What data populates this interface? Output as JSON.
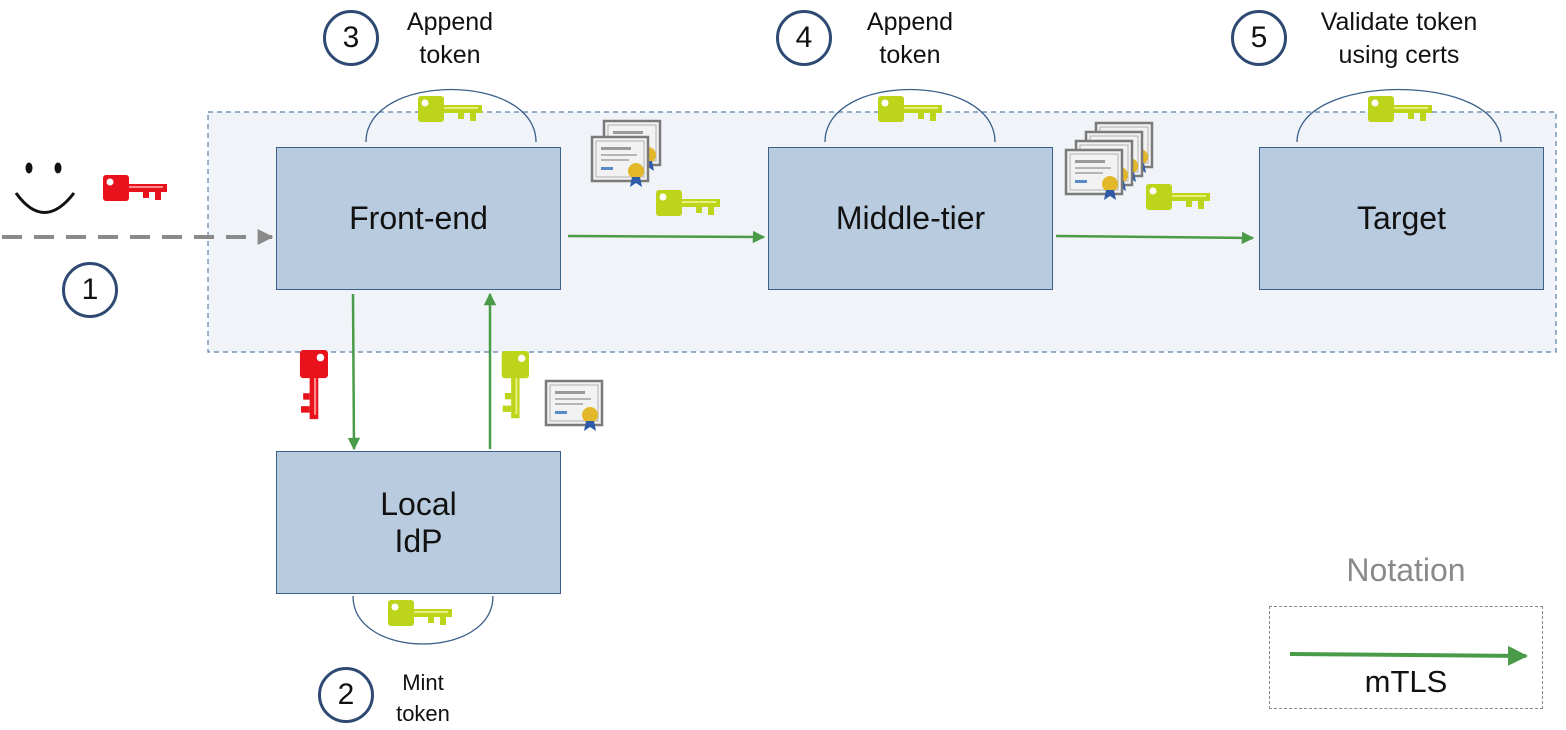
{
  "nodes": {
    "front_end": "Front-end",
    "middle_tier": "Middle-tier",
    "target": "Target",
    "local_idp": "Local\nIdP"
  },
  "steps": [
    {
      "number": "1",
      "caption": ""
    },
    {
      "number": "2",
      "caption": "Mint\ntoken"
    },
    {
      "number": "3",
      "caption": "Append\ntoken"
    },
    {
      "number": "4",
      "caption": "Append\ntoken"
    },
    {
      "number": "5",
      "caption": "Validate token\nusing certs"
    }
  ],
  "notation": {
    "title": "Notation",
    "legend_label": "mTLS"
  },
  "colors": {
    "box_fill": "#b9ccdf",
    "box_border": "#3b5f8a",
    "mtls_arrow": "#4a9b48",
    "user_arrow": "#8a8a8a",
    "step_circle": "#2e4a72",
    "user_key": "#e8121d",
    "token_key": "#bcd41a",
    "boundary": "#5b7fa8"
  },
  "icons": [
    "smiley-face-icon",
    "red-key-icon",
    "green-key-icon",
    "certificate-icon"
  ]
}
